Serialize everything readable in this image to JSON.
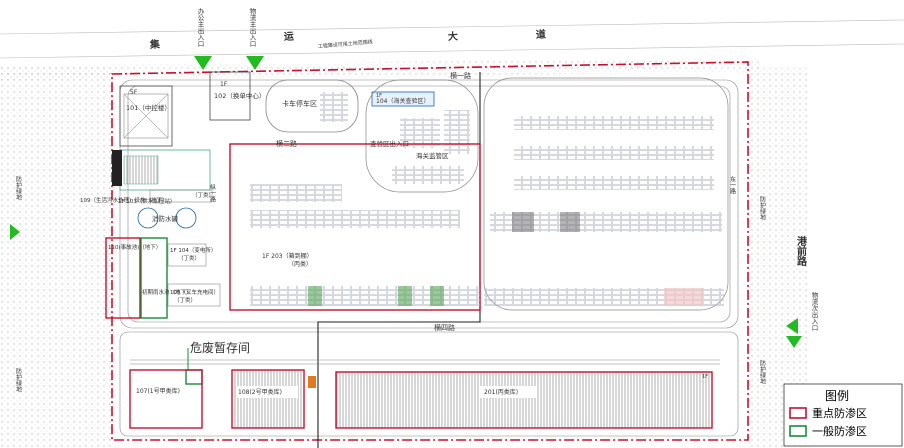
{
  "colors": {
    "key_zone": "#c8102e",
    "general_zone": "#1a8a3a",
    "boundary": "#c8102e",
    "road": "#888888",
    "green_arrow": "#22bb22",
    "hatch": "#9a9a9a",
    "grass": "#8a8a8a"
  },
  "road": {
    "top": {
      "c1": "集",
      "c2": "运",
      "c3": "大",
      "c4": "道"
    },
    "top_note": "工程建设可用土地范围线",
    "right": "港前路",
    "heng_yi": "横一路",
    "heng_er": "横二路",
    "heng_si": "横四路",
    "zong": "纵一路",
    "dong": "东一路"
  },
  "entrances": {
    "office_main": "办公主出入口",
    "logistics_main": "物流主出入口",
    "logistics_secondary": "物流次出入口"
  },
  "buildings": {
    "b101": "101（中控楼）",
    "b101_floor": "5F",
    "b102": "102（换单中心）",
    "b102_floor": "1F",
    "truck_park": "卡车停车区",
    "b104": "104（海关查验区）",
    "b104_floor": "1F",
    "inspection_gate": "查验区出入口",
    "customs_area": "海关监管区",
    "b103": "1F  103（供水加压站）",
    "b103_class": "（丁类）",
    "b109": "109（生活污水处理）设施（地下）",
    "fire_tank": "消防水罐",
    "b110": "110(事故池)（地下）",
    "rain_pool": "初期雨水池（地下）",
    "b104e": "1F  104（变电所）",
    "b104e_class": "（丁类）",
    "b105": "105（叉车充电间）",
    "b105_class": "（丁类）",
    "b203": "1F  203（箱到棚）",
    "b203_class": "（丙类）",
    "hazard_temp": "危废暂存间",
    "b107": "107(1号甲类库)",
    "b108": "108(2号甲类库)",
    "b201": "201(丙类库)",
    "b201_floor": "1F"
  },
  "side_labels": {
    "left_upper": "防护绿地",
    "left_lower": "防护绿地",
    "right_upper": "防护绿地",
    "right_lower": "防护绿地"
  },
  "legend": {
    "title": "图例",
    "key_zone": "重点防渗区",
    "general_zone": "一般防渗区"
  }
}
